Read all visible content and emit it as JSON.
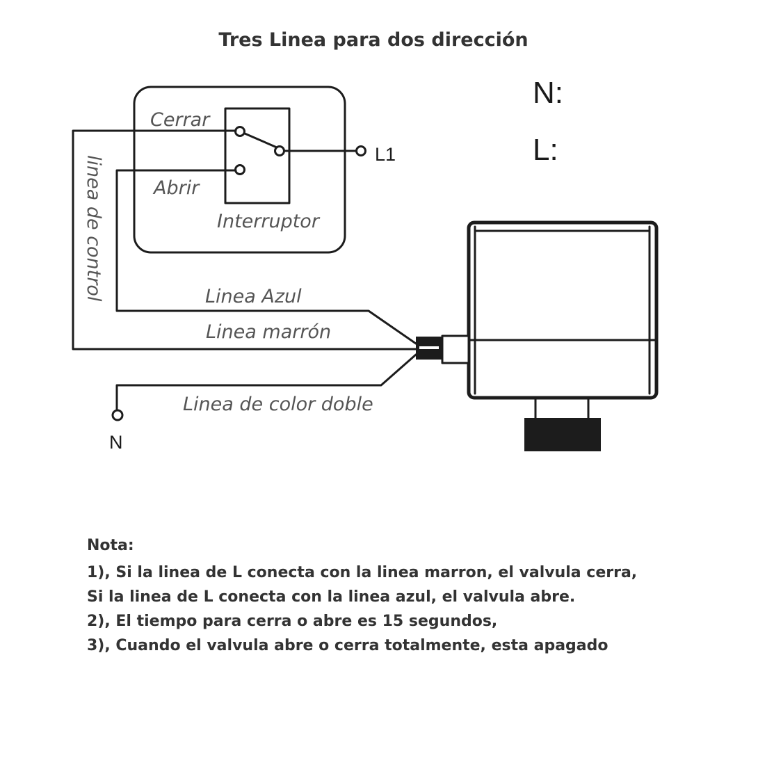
{
  "title": "Tres Linea para dos dirección",
  "legend": {
    "n": "N:",
    "l": "L:"
  },
  "switch": {
    "cerrar": "Cerrar",
    "abrir": "Abrir",
    "name": "Interruptor",
    "l1": "L1"
  },
  "wires": {
    "control": "linea de control",
    "azul": "Linea Azul",
    "marron": "Linea marrón",
    "doble": "Linea de color doble",
    "neutral": "N"
  },
  "note": {
    "heading": "Nota:",
    "lines": [
      "1), Si la linea de L conecta con la linea marron, el valvula cerra,",
      "Si la linea de L conecta con la linea azul, el valvula abre.",
      "2), El tiempo para cerra o abre es 15 segundos,",
      "3), Cuando el valvula abre o cerra totalmente, esta apagado"
    ]
  }
}
